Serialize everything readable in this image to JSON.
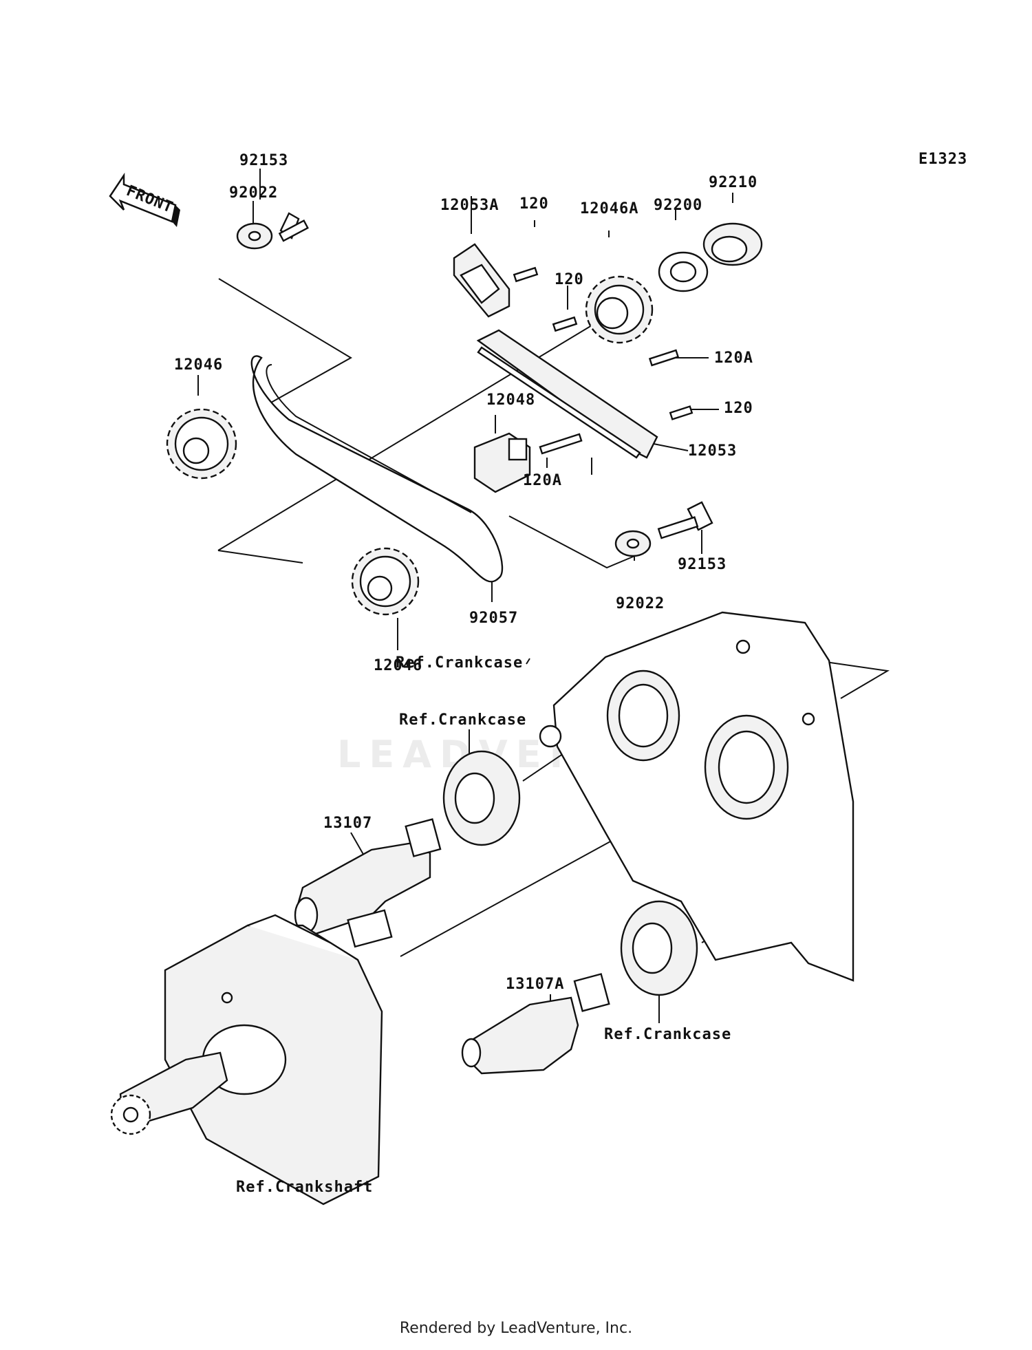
{
  "diagram_code": "E1323",
  "front_label": "FRONT",
  "watermark": "LEADVENTURE",
  "footer": "Rendered by LeadVenture, Inc.",
  "labels": {
    "p92153_top": "92153",
    "p92022_top": "92022",
    "p12053A": "12053A",
    "p120_a": "120",
    "p12046A": "12046A",
    "p92200": "92200",
    "p92210": "92210",
    "p120_b": "120",
    "p120A_a": "120A",
    "p120_c": "120",
    "p12046_top": "12046",
    "p12048": "12048",
    "p12053": "12053",
    "p120A_b": "120A",
    "p92153_bottom": "92153",
    "p92022_bottom": "92022",
    "p92057": "92057",
    "p12046_bottom": "12046",
    "ref_crankcase_1": "Ref.Crankcase",
    "ref_crankcase_2": "Ref.Crankcase",
    "p13107": "13107",
    "p13107A": "13107A",
    "ref_crankcase_3": "Ref.Crankcase",
    "ref_crankshaft": "Ref.Crankshaft"
  }
}
